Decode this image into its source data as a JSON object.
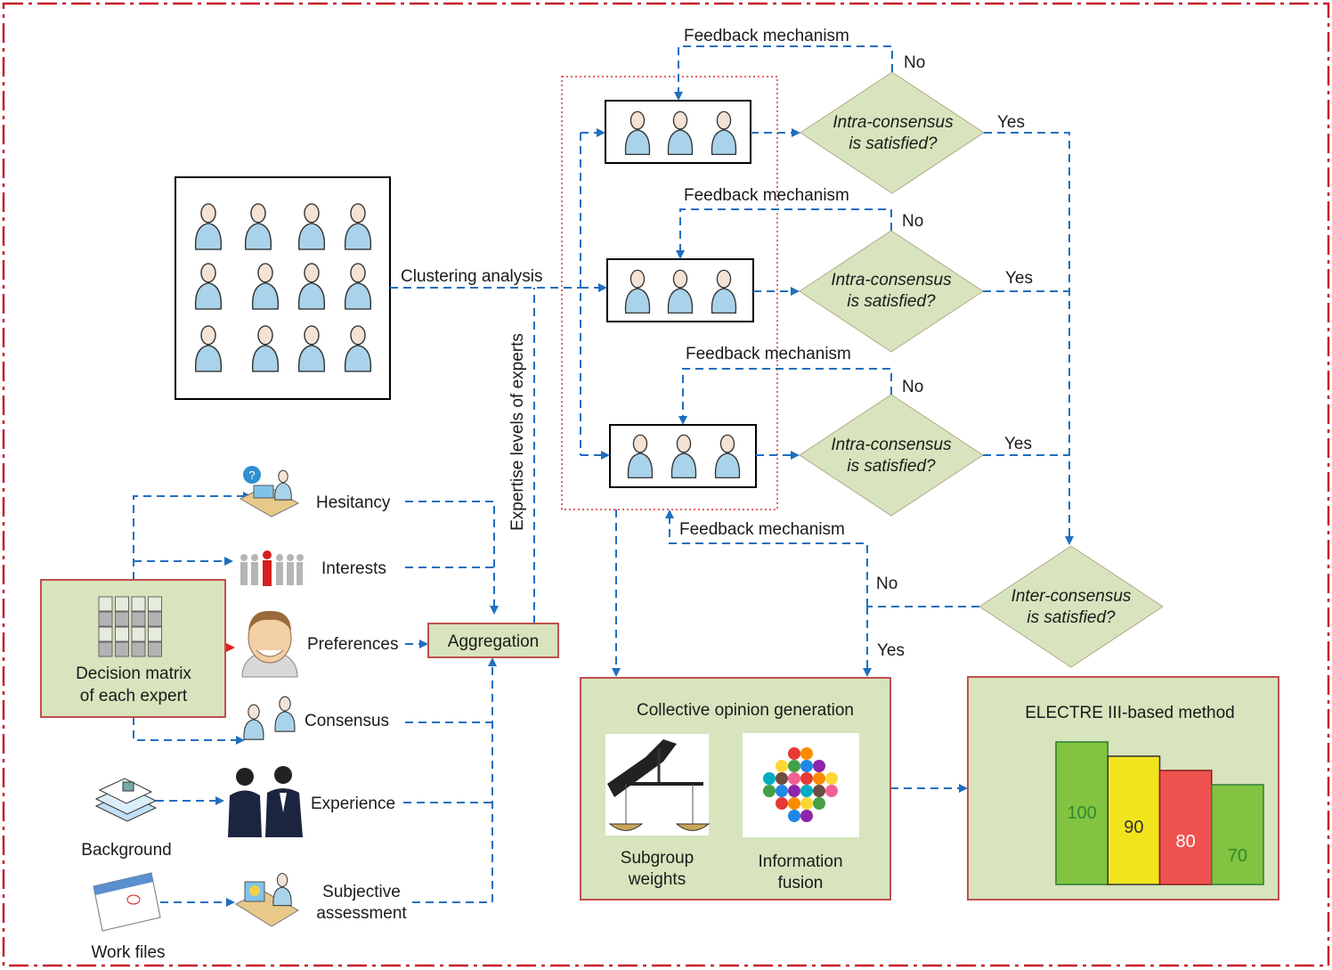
{
  "colors": {
    "border": "#c8202a",
    "flow": "#1f6fbf",
    "box_fill": "#d7e4bd",
    "box_stroke": "#c0504d"
  },
  "labels": {
    "clustering": "Clustering analysis",
    "expertise": "Expertise levels of experts",
    "feedback": "Feedback mechanism",
    "no": "No",
    "yes": "Yes",
    "intra_line1": "Intra-consensus",
    "intra_line2": "is satisfied?",
    "inter_line1": "Inter-consensus",
    "inter_line2": "is satisfied?"
  },
  "left": {
    "decision_matrix_line1": "Decision matrix",
    "decision_matrix_line2": "of each expert",
    "hesitancy": "Hesitancy",
    "interests": "Interests",
    "preferences": "Preferences",
    "consensus": "Consensus",
    "experience": "Experience",
    "subjective_line1": "Subjective",
    "subjective_line2": "assessment",
    "background": "Background",
    "work_files": "Work files",
    "aggregation": "Aggregation"
  },
  "collective": {
    "title": "Collective opinion generation",
    "subgroup_line1": "Subgroup",
    "subgroup_line2": "weights",
    "fusion_line1": "Information",
    "fusion_line2": "fusion"
  },
  "electre": {
    "title": "ELECTRE III-based method",
    "bars": [
      {
        "value": 100,
        "label": "100",
        "color": "#82c341",
        "text_color": "#2e8b2e"
      },
      {
        "value": 90,
        "label": "90",
        "color": "#f2e41c",
        "text_color": "#333333"
      },
      {
        "value": 80,
        "label": "80",
        "color": "#ef5350",
        "text_color": "#ffffff"
      },
      {
        "value": 70,
        "label": "70",
        "color": "#82c341",
        "text_color": "#2e8b2e"
      }
    ]
  }
}
